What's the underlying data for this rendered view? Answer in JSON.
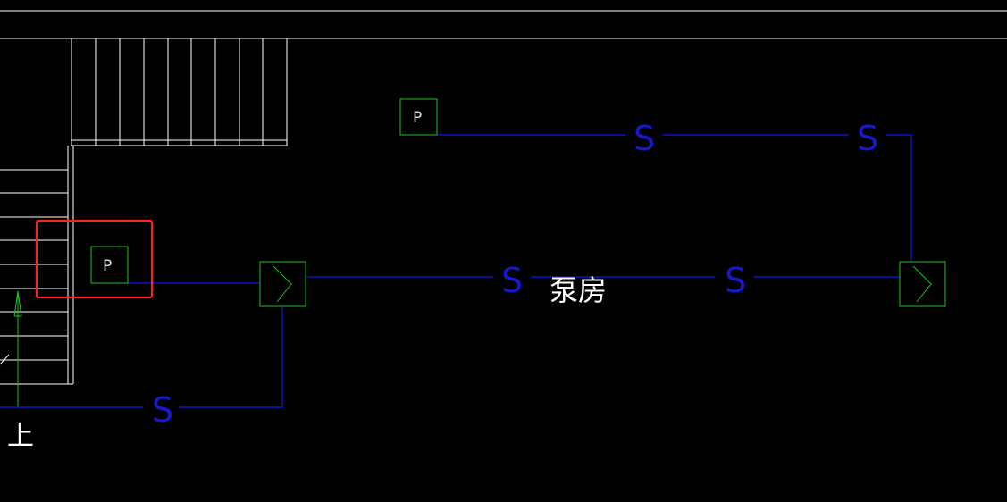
{
  "drawing": {
    "room_label": "泵房",
    "stair_up_label": "上",
    "pumps": [
      {
        "id": "pump-upper",
        "label": "P"
      },
      {
        "id": "pump-selected",
        "label": "P",
        "selected": true
      }
    ],
    "pipe_marks": [
      {
        "id": "pipe-upper-a",
        "label": "S"
      },
      {
        "id": "pipe-upper-b",
        "label": "S"
      },
      {
        "id": "pipe-main-a",
        "label": "S"
      },
      {
        "id": "pipe-main-b",
        "label": "S"
      },
      {
        "id": "pipe-lower",
        "label": "S"
      }
    ],
    "colors": {
      "background": "#000000",
      "linework": "#ffffff",
      "pipe": "#1010c8",
      "equipment": "#20c020",
      "selection": "#ff2020"
    }
  }
}
